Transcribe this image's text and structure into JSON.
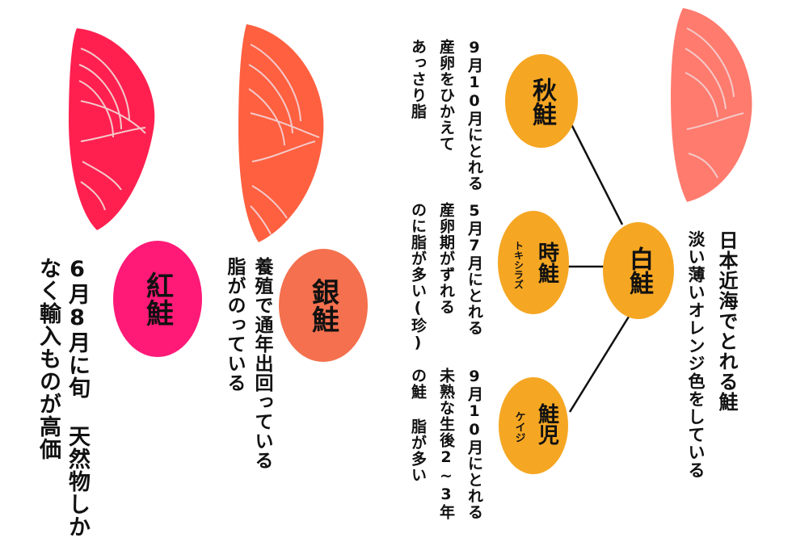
{
  "colors": {
    "beni_fish": "#ff2050",
    "gin_fish": "#ff6040",
    "shiro_fish": "#ff7b6e",
    "beni_bubble": "#ff1a78",
    "gin_bubble": "#f4704e",
    "orange_bubble": "#f5a623",
    "line": "#111111",
    "flesh_stripe": "#f4c9c9"
  },
  "icons": [
    "salmon-fillet-icon"
  ],
  "beni": {
    "title": "紅鮭",
    "desc_1": "6月8月に旬 天然物しか",
    "desc_2": "なく輸入ものが高価"
  },
  "gin": {
    "title": "銀鮭",
    "desc_1": "養殖で通年出回っている",
    "desc_2": "脂がのっている"
  },
  "shiro": {
    "title": "白鮭",
    "desc_1": "日本近海でとれる鮭",
    "desc_2": "淡い薄いオレンジ色をしている"
  },
  "aki": {
    "title": "秋鮭",
    "desc_1": "9月10月にとれる",
    "desc_2": "産卵をひかえて",
    "desc_3": "あっさり脂"
  },
  "toki": {
    "title": "時鮭",
    "subtitle": "トキシラズ",
    "desc_1": "5月7月にとれる",
    "desc_2": "産卵期がずれる",
    "desc_3": "のに脂が多い(珍)"
  },
  "keiji": {
    "title": "鮭児",
    "subtitle": "ケイジ",
    "desc_1": "9月10月にとれる",
    "desc_2": "未熟な生後2~3年",
    "desc_3": "の鮭 脂が多い"
  }
}
